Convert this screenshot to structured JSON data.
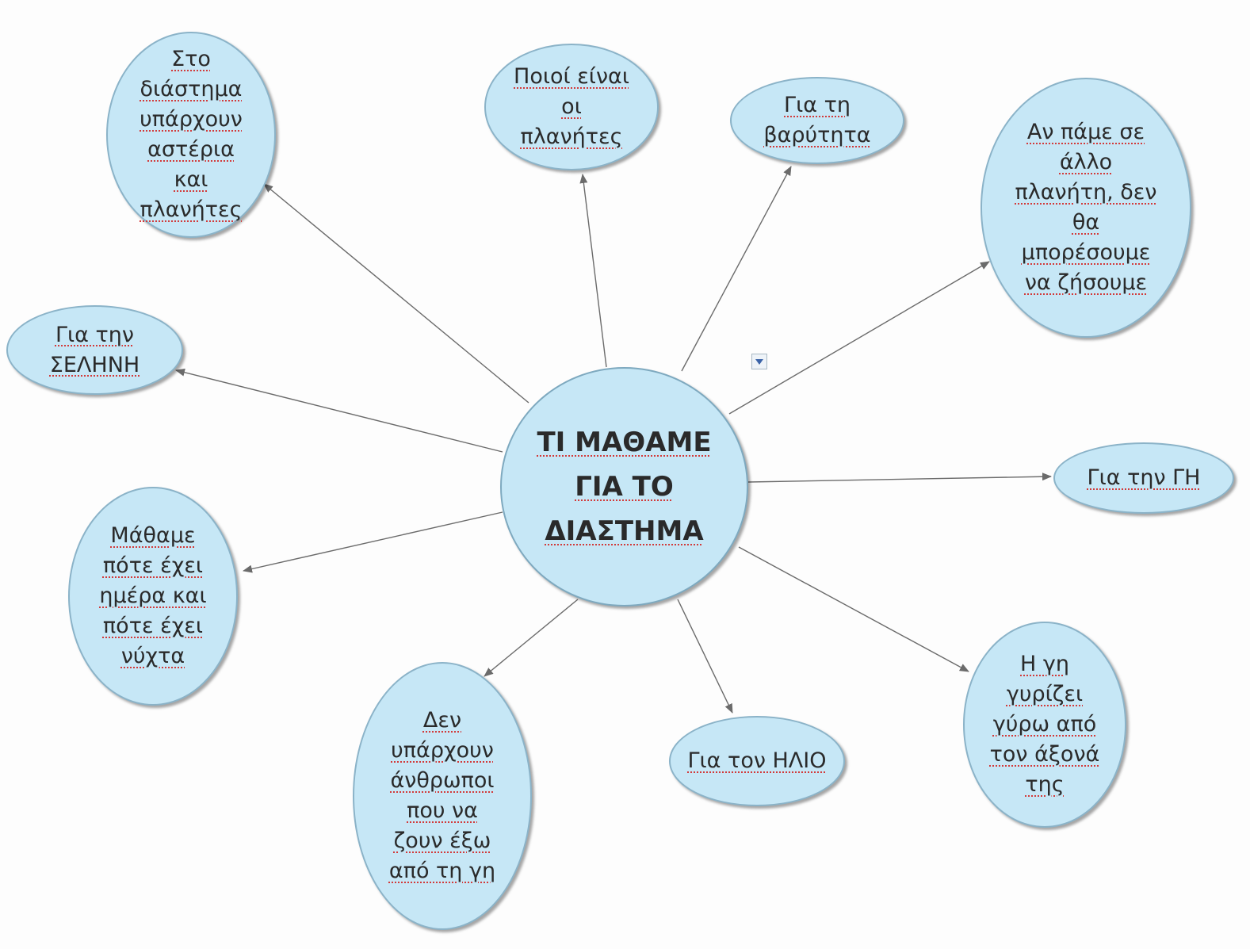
{
  "center": {
    "line1": "ΤΙ ΜΑΘΑΜΕ",
    "line2": "ΓΙΑ ΤΟ",
    "line3": "ΔΙΑΣΤΗΜΑ"
  },
  "nodes": {
    "stars": "Στο διάστημα υπάρχουν αστέρια και πλανήτες",
    "planets": "Ποιοί είναι οι πλανήτες",
    "gravity": "Για τη βαρύτητα",
    "other_planet": "Αν πάμε σε άλλο πλανήτη, δεν θα μπορέσουμε να ζήσουμε",
    "moon": "Για την ΣΕΛΗΝΗ",
    "earth": "Για την ΓΗ",
    "day_night": "Μάθαμε πότε έχει ημέρα και πότε έχει νύχτα",
    "no_humans": "Δεν υπάρχουν άνθρωποι που να ζουν έξω από τη γη",
    "sun": "Για τον ΗΛΙΟ",
    "axis": "Η γη γυρίζει γύρω από τον άξονά της"
  },
  "colors": {
    "node_fill": "#c6e7f6",
    "node_border": "#8bb3c8",
    "arrow": "#6b6b6b",
    "spellcheck_underline": "#d23a3a"
  },
  "icons": {
    "dropdown_marker": "dropdown-arrow-icon"
  }
}
